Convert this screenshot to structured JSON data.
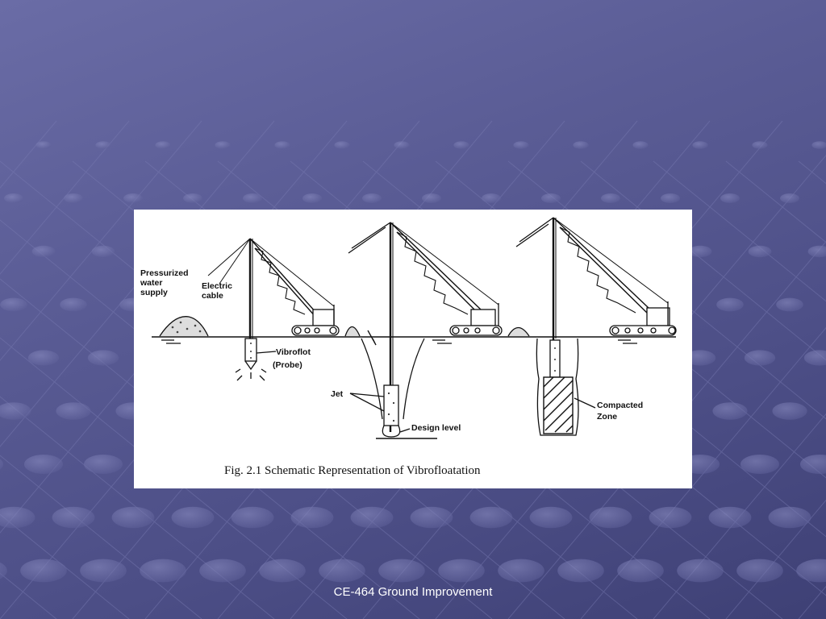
{
  "slide": {
    "footer": "CE-464 Ground Improvement"
  },
  "figure": {
    "caption": "Fig. 2.1  Schematic Representation of Vibrofloatation",
    "labels": {
      "pressurized_1": "Pressurized",
      "pressurized_2": "water",
      "pressurized_3": "supply",
      "electric_1": "Electric",
      "electric_2": "cable",
      "vibroflot_1": "Vibroflot",
      "vibroflot_2": "(Probe)",
      "jet": "Jet",
      "design_level": "Design level",
      "compacted_1": "Compacted",
      "compacted_2": "Zone"
    }
  },
  "colors": {
    "background_start": "#6a6ca6",
    "background_end": "#3e4075",
    "figure_background": "#ffffff",
    "ink": "#111111",
    "footer_text": "#ffffff"
  }
}
